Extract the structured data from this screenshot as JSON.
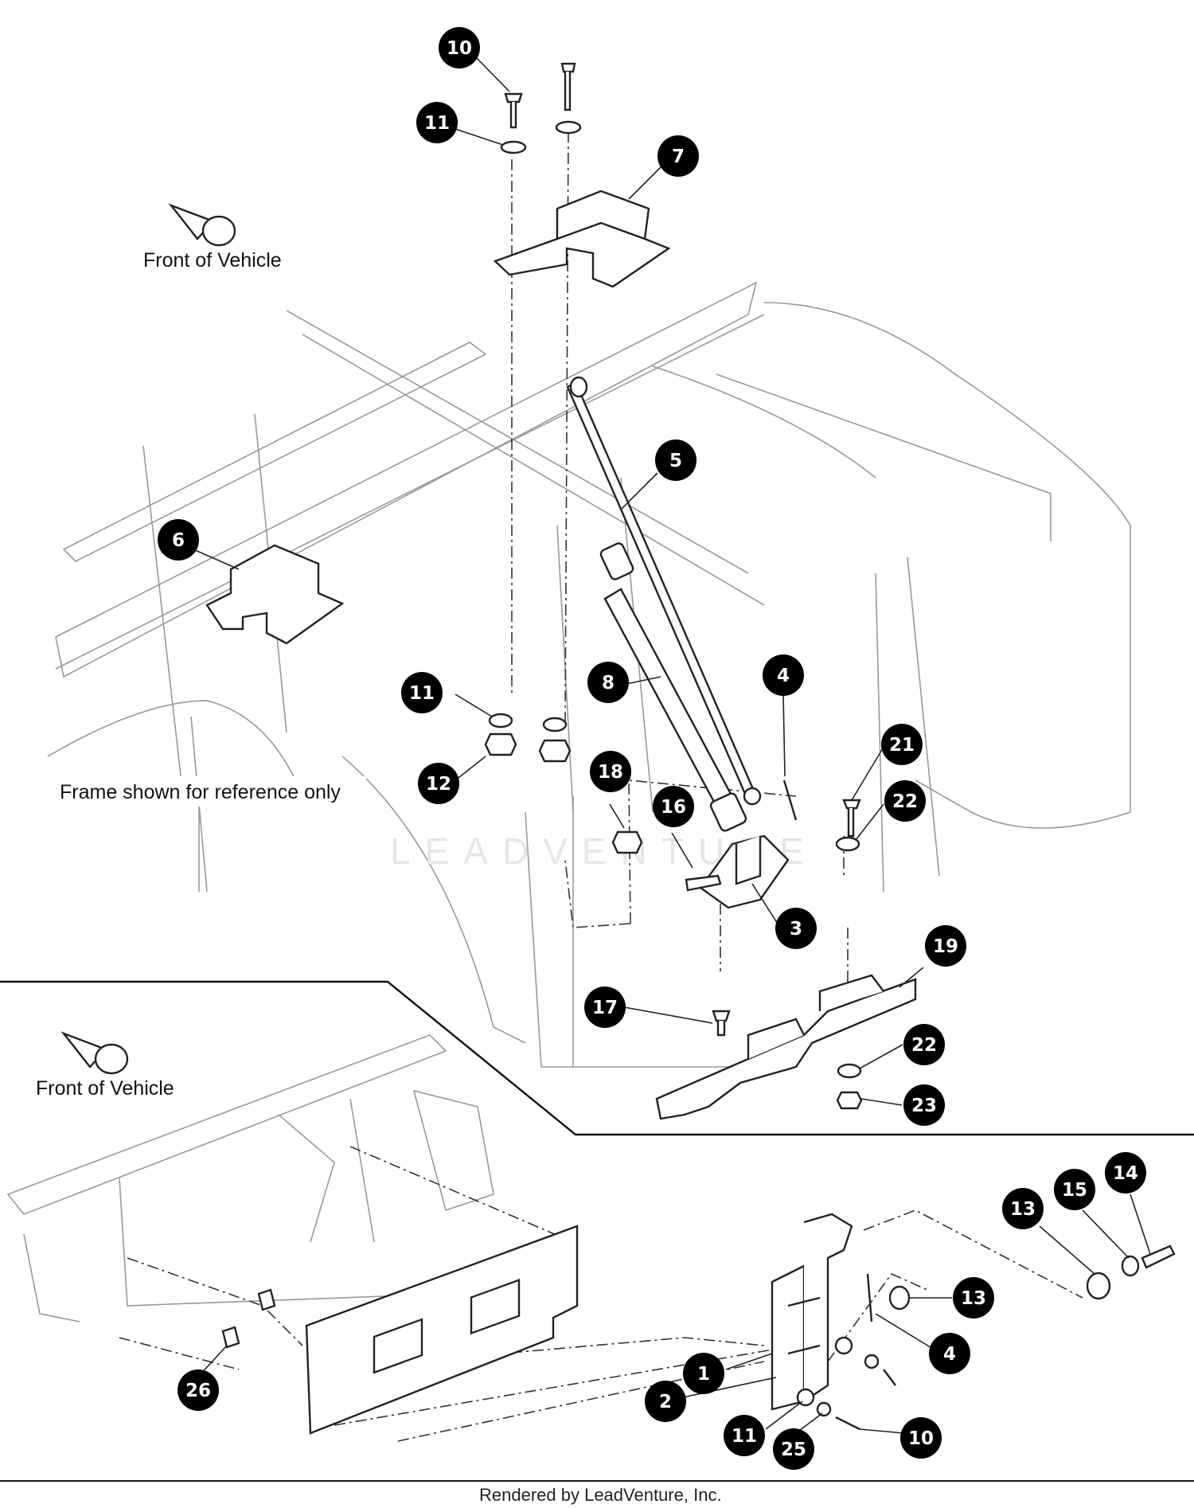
{
  "notes": {
    "front_of_vehicle_top": "Front of Vehicle",
    "front_of_vehicle_bottom": "Front of Vehicle",
    "frame_reference": "Frame shown for reference only",
    "rendered_by": "Rendered by LeadVenture, Inc."
  },
  "watermark": "LEADVENTURE",
  "callouts": [
    {
      "label": "10"
    },
    {
      "label": "11"
    },
    {
      "label": "7"
    },
    {
      "label": "5"
    },
    {
      "label": "6"
    },
    {
      "label": "8"
    },
    {
      "label": "4"
    },
    {
      "label": "11"
    },
    {
      "label": "12"
    },
    {
      "label": "18"
    },
    {
      "label": "16"
    },
    {
      "label": "21"
    },
    {
      "label": "22"
    },
    {
      "label": "3"
    },
    {
      "label": "19"
    },
    {
      "label": "17"
    },
    {
      "label": "22"
    },
    {
      "label": "23"
    },
    {
      "label": "14"
    },
    {
      "label": "13"
    },
    {
      "label": "15"
    },
    {
      "label": "13"
    },
    {
      "label": "4"
    },
    {
      "label": "1"
    },
    {
      "label": "2"
    },
    {
      "label": "26"
    },
    {
      "label": "11"
    },
    {
      "label": "25"
    },
    {
      "label": "10"
    }
  ],
  "colors": {
    "callout_fill": "#000000",
    "callout_text": "#ffffff",
    "line": "#444444"
  }
}
